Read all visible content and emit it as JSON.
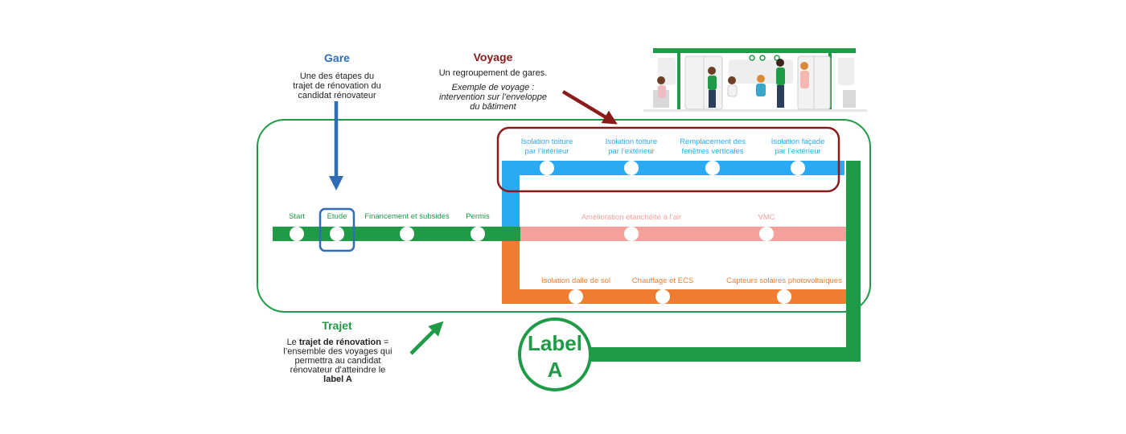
{
  "colors": {
    "green": "#1f9a46",
    "blue": "#2f6db5",
    "sky": "#2aaaf2",
    "pink": "#f5a09a",
    "orange": "#ee7d31",
    "darkred": "#8b1a1a"
  },
  "gare": {
    "title": "Gare",
    "desc": [
      "Une des étapes du",
      "trajet de rénovation du",
      "candidat rénovateur"
    ]
  },
  "voyage": {
    "title": "Voyage",
    "desc": "Un regroupement de gares.",
    "example": [
      "Exemple de voyage :",
      "intervention sur l’enveloppe",
      "du bâtiment"
    ]
  },
  "trajet": {
    "title": "Trajet",
    "desc": [
      [
        {
          "t": "Le ",
          "b": false
        },
        {
          "t": "trajet de rénovation",
          "b": true
        },
        {
          "t": " =",
          "b": false
        }
      ],
      [
        {
          "t": "l’ensemble des voyages qui",
          "b": false
        }
      ],
      [
        {
          "t": "permettra au candidat",
          "b": false
        }
      ],
      [
        {
          "t": "rénovateur d’atteindre le",
          "b": false
        }
      ],
      [
        {
          "t": "label A",
          "b": true
        }
      ]
    ]
  },
  "label": [
    "Label",
    "A"
  ],
  "lines": {
    "green_stations": [
      "Start",
      "Etude",
      "Financement et subsides",
      "Permis"
    ],
    "blue_stations": [
      [
        "Isolation toiture",
        "par l’intérieur"
      ],
      [
        "Isolation toiture",
        "par l’extérieur"
      ],
      [
        "Remplacement des",
        "fenêtres verticales"
      ],
      [
        "Isolation façade",
        "par l’extérieur"
      ]
    ],
    "pink_stations": [
      "Amélioration étanchéité à l’air",
      "VMC"
    ],
    "orange_stations": [
      "Isolation dalle de sol",
      "Chauffage et ECS",
      "Capteurs solaires photovoltaïques"
    ]
  }
}
